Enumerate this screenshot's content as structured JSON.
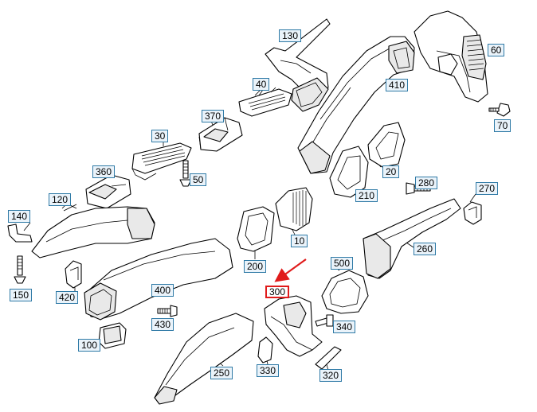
{
  "diagram": {
    "highlighted_part": "300",
    "highlight_color": "#e01b1b",
    "label_border_color": "#2f7aa6",
    "label_fill_color": "#eaf3fa",
    "arrow_icon": "red-arrow-pointing-to-300",
    "labels": {
      "p10": "10",
      "p20": "20",
      "p30": "30",
      "p40": "40",
      "p50": "50",
      "p60": "60",
      "p70": "70",
      "p100": "100",
      "p120": "120",
      "p130": "130",
      "p140": "140",
      "p150": "150",
      "p200": "200",
      "p210": "210",
      "p250": "250",
      "p260": "260",
      "p270": "270",
      "p280": "280",
      "p300": "300",
      "p320": "320",
      "p330": "330",
      "p340": "340",
      "p360": "360",
      "p370": "370",
      "p400": "400",
      "p410": "410",
      "p420": "420",
      "p430": "430",
      "p500": "500"
    }
  }
}
